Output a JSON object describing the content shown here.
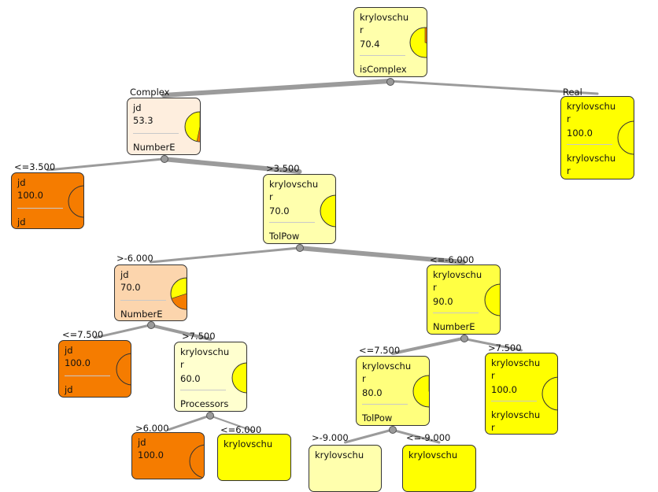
{
  "colors": {
    "jd": "#f57c00",
    "krylovschur": "#ffff00"
  },
  "nodes": [
    {
      "id": "root",
      "cls": "krylovschu\nr",
      "pct": "70.4",
      "attr": "isComplex",
      "jd_fraction": 0.296
    },
    {
      "id": "n1",
      "cls": "jd",
      "pct": "53.3",
      "attr": "NumberE",
      "jd_fraction": 0.533
    },
    {
      "id": "n2",
      "cls": "krylovschu\nr",
      "pct": "100.0",
      "attr": "krylovschu\nr",
      "jd_fraction": 0.0
    },
    {
      "id": "n3",
      "cls": "jd",
      "pct": "100.0",
      "attr": "jd",
      "jd_fraction": 1.0
    },
    {
      "id": "n4",
      "cls": "krylovschu\nr",
      "pct": "70.0",
      "attr": "TolPow",
      "jd_fraction": 0.3
    },
    {
      "id": "n5",
      "cls": "jd",
      "pct": "70.0",
      "attr": "NumberE",
      "jd_fraction": 0.7
    },
    {
      "id": "n6",
      "cls": "krylovschu\nr",
      "pct": "90.0",
      "attr": "NumberE",
      "jd_fraction": 0.1
    },
    {
      "id": "n7",
      "cls": "jd",
      "pct": "100.0",
      "attr": "jd",
      "jd_fraction": 1.0
    },
    {
      "id": "n8",
      "cls": "krylovschu\nr",
      "pct": "60.0",
      "attr": "Processors",
      "jd_fraction": 0.4
    },
    {
      "id": "n9",
      "cls": "krylovschu\nr",
      "pct": "80.0",
      "attr": "TolPow",
      "jd_fraction": 0.2
    },
    {
      "id": "n10",
      "cls": "krylovschu\nr",
      "pct": "100.0",
      "attr": "krylovschu\nr",
      "jd_fraction": 0.0
    },
    {
      "id": "n11",
      "cls": "jd",
      "pct": "100.0",
      "attr": "",
      "jd_fraction": 1.0
    },
    {
      "id": "n12",
      "cls": "krylovschu",
      "pct": "",
      "attr": "",
      "jd_fraction": 0.0
    },
    {
      "id": "n13",
      "cls": "krylovschu",
      "pct": "",
      "attr": "",
      "jd_fraction": 0.3
    },
    {
      "id": "n14",
      "cls": "krylovschu",
      "pct": "",
      "attr": "",
      "jd_fraction": 0.0
    }
  ],
  "edge_labels": {
    "root_n1": "Complex",
    "root_n2": "Real",
    "n1_n3": "<=3.500",
    "n1_n4": ">3.500",
    "n4_n5": ">-6.000",
    "n4_n6": "<=-6.000",
    "n5_n7": "<=7.500",
    "n5_n8": ">7.500",
    "n6_n9": "<=7.500",
    "n6_n10": ">7.500",
    "n8_n11": ">6.000",
    "n8_n12": "<=6.000",
    "n9_n13": ">-9.000",
    "n9_n14": "<=-9.000"
  }
}
